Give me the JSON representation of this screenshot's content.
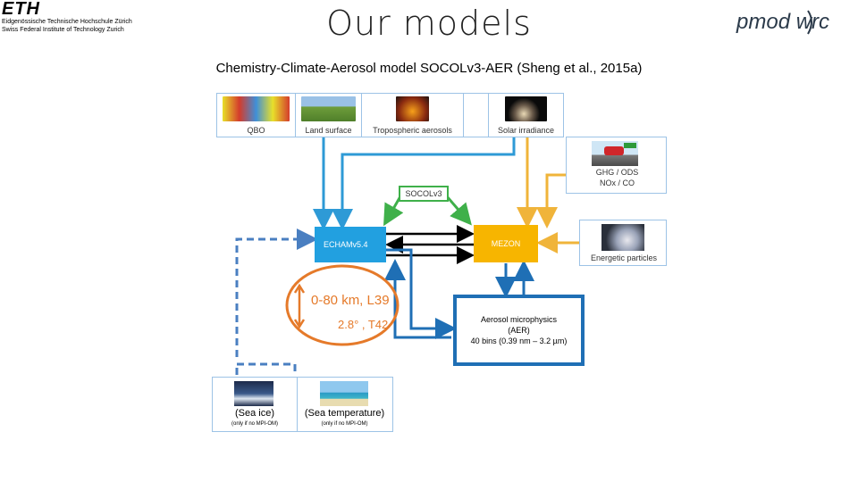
{
  "header": {
    "eth_logo_text": "ETH",
    "eth_line1": "Eidgenössische Technische Hochschule Zürich",
    "eth_line2": "Swiss Federal Institute of Technology Zurich",
    "title": "Our models",
    "pmod_logo": "pmod wrc"
  },
  "subtitle": "Chemistry-Climate-Aerosol model SOCOLv3-AER (Sheng et al., 2015a)",
  "inputs": {
    "top": [
      "QBO",
      "Land surface",
      "Tropospheric aerosols",
      "Solar irradiance"
    ],
    "ghg_line1": "GHG / ODS",
    "ghg_line2": "NOx / CO",
    "energetic": "Energetic particles"
  },
  "nodes": {
    "socol": "SOCOLv3",
    "echam": "ECHAMv5.4",
    "mezon": "MEZON"
  },
  "resolution": {
    "line1": "0-80 km, L39",
    "line2": "2.8°  , T42"
  },
  "aer": {
    "line1": "Aerosol microphysics",
    "line2": "(AER)",
    "line3": "40 bins (0.39 nm – 3.2 µm)"
  },
  "ocean": {
    "sea_ice": "(Sea ice)",
    "sea_temp": "(Sea temperature)",
    "note": "(only if no MPI-OM)"
  },
  "colors": {
    "blue": "#2e9ad6",
    "dark_blue": "#1f6fb5",
    "orange": "#f0b43a",
    "green": "#3fb04a",
    "echam_fill": "#22a0e0",
    "mezon_fill": "#f7b500",
    "ellipse": "#e57a2a",
    "dashed": "#4a7fc1"
  }
}
